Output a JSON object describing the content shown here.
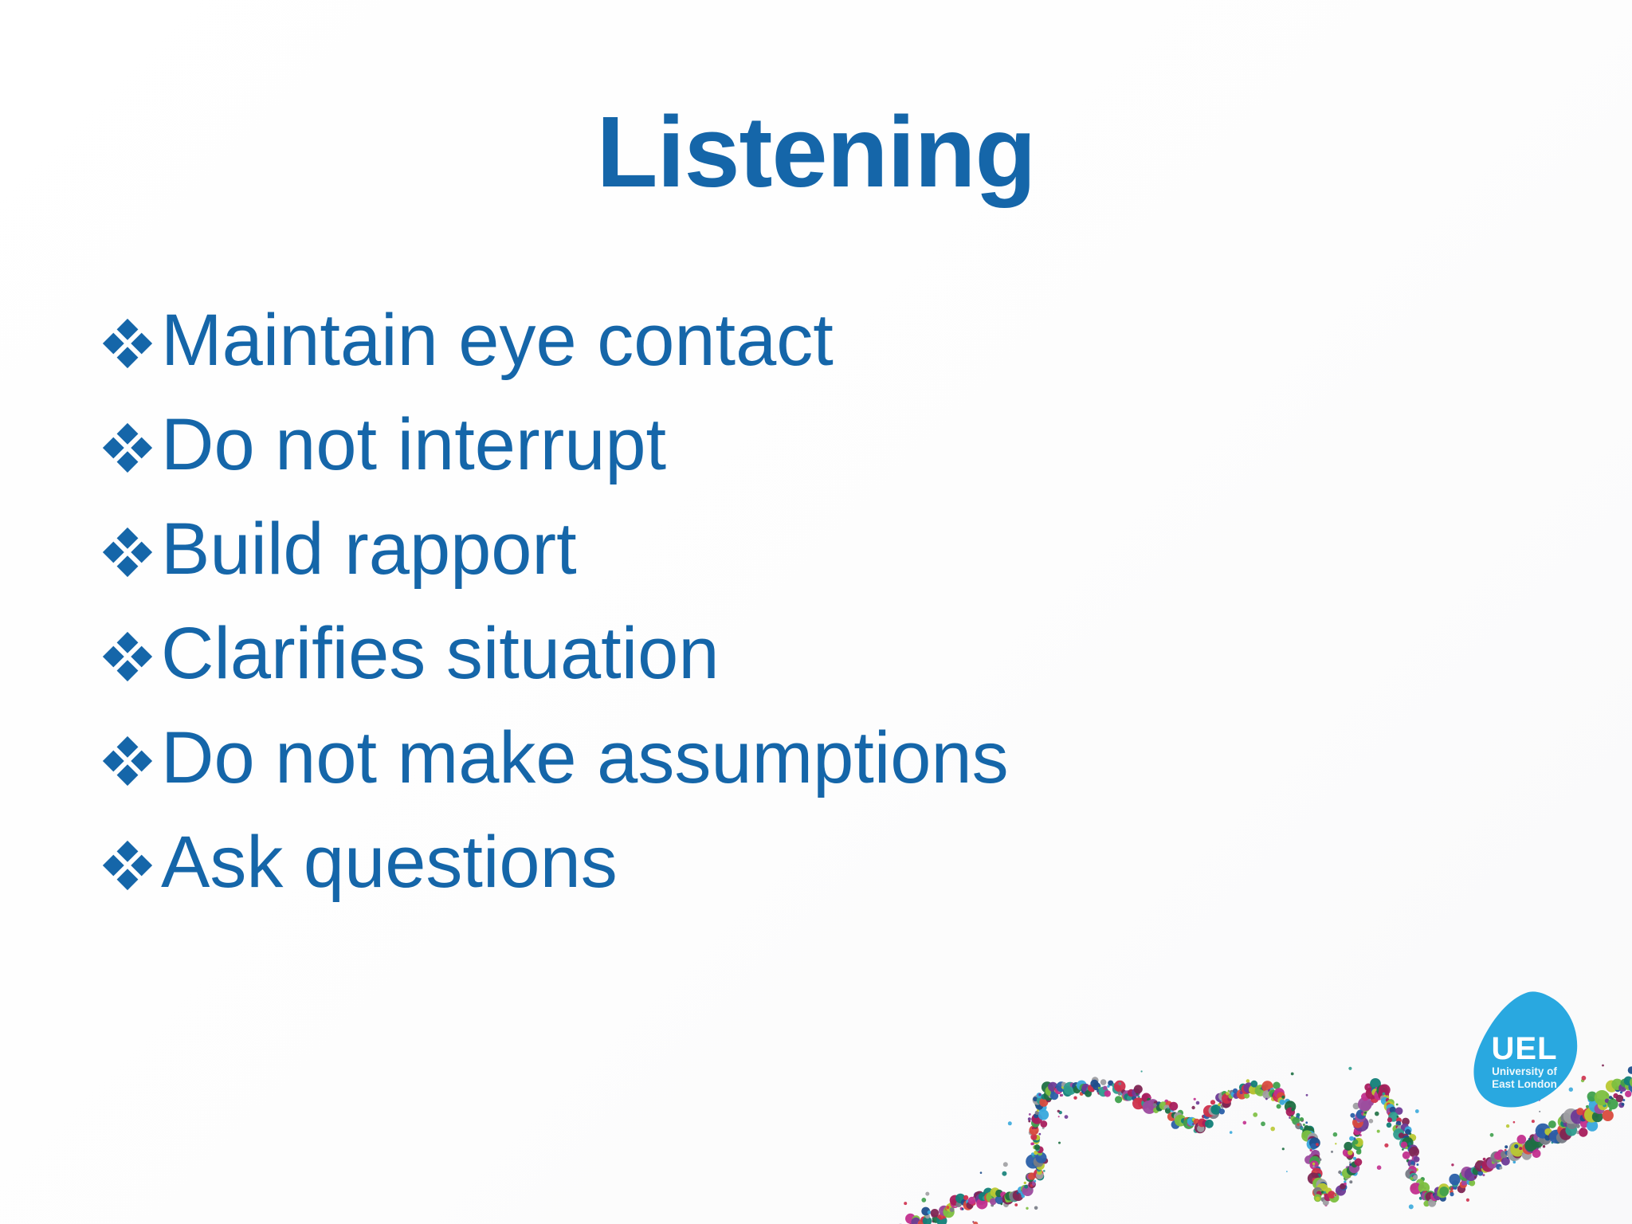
{
  "slide": {
    "title": "Listening",
    "bullets": [
      "Maintain eye contact",
      "Do not interrupt",
      "Build rapport",
      "Clarifies situation",
      "Do not make assumptions",
      "Ask questions"
    ]
  },
  "logo": {
    "acronym": "UEL",
    "subtitle_line1": "University of",
    "subtitle_line2": "East London"
  },
  "colors": {
    "text_blue": "#1566A9",
    "logo_blue": "#29A8E0",
    "background": "#FDFDFD",
    "ribbon_palette": [
      "#CE2F4C",
      "#A81E5C",
      "#7E2553",
      "#D94A3D",
      "#3FA04C",
      "#1E6F42",
      "#7CBF3F",
      "#B9C832",
      "#128078",
      "#2E9C8E",
      "#2A5FA8",
      "#1F4E8C",
      "#38A8DC",
      "#6E3A96",
      "#9C4A9E",
      "#C22F8E",
      "#9E9EA2",
      "#777B85"
    ]
  }
}
